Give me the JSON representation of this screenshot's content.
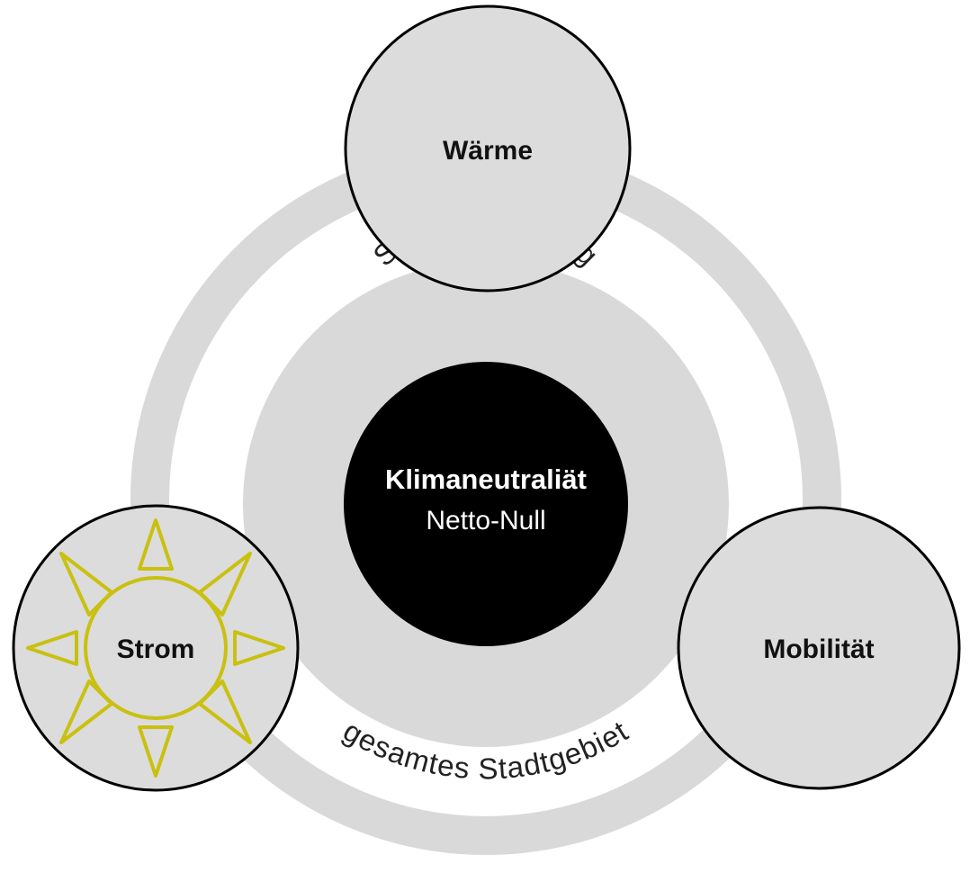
{
  "diagram": {
    "center": {
      "title": "Klimaneutraliät",
      "subtitle": "Netto-Null"
    },
    "inner_ring_label": "Stadtverwaltung",
    "outer_ring_label": "gesamtes Stadtgebiet",
    "sectors": {
      "top": "Wärme",
      "left": "Strom",
      "right": "Mobilität"
    },
    "colors": {
      "background": "#ffffff",
      "ring_gray": "#d9d9d9",
      "sector_fill": "#dcdcdc",
      "outline": "#000000",
      "center_fill": "#000000",
      "center_text": "#ffffff",
      "sun_yellow": "#c9c010"
    },
    "icons": [
      "sun-icon"
    ]
  }
}
